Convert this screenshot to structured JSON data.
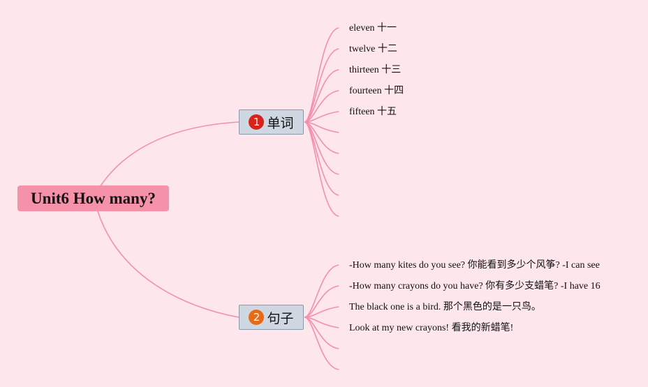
{
  "root": {
    "title": "Unit6 How many?"
  },
  "branches": [
    {
      "number": "1",
      "badge_color": "#d8231d",
      "label": "单词",
      "leaves": [
        "eleven 十一",
        "twelve 十二",
        "thirteen 十三",
        "fourteen 十四",
        "fifteen 十五"
      ],
      "empty_leaves": 5
    },
    {
      "number": "2",
      "badge_color": "#e86a15",
      "label": "句子",
      "leaves": [
        "-How many kites do you see? 你能看到多少个风筝?   -I can see",
        "-How many crayons do you have? 你有多少支蜡笔?   -I have 16",
        "The black one is a bird. 那个黑色的是一只鸟。",
        "Look at my new crayons! 看我的新蜡笔!"
      ],
      "empty_leaves": 2
    }
  ],
  "colors": {
    "line": "#f48fae",
    "background": "#fde6ec",
    "root_fill": "#f592aa"
  }
}
